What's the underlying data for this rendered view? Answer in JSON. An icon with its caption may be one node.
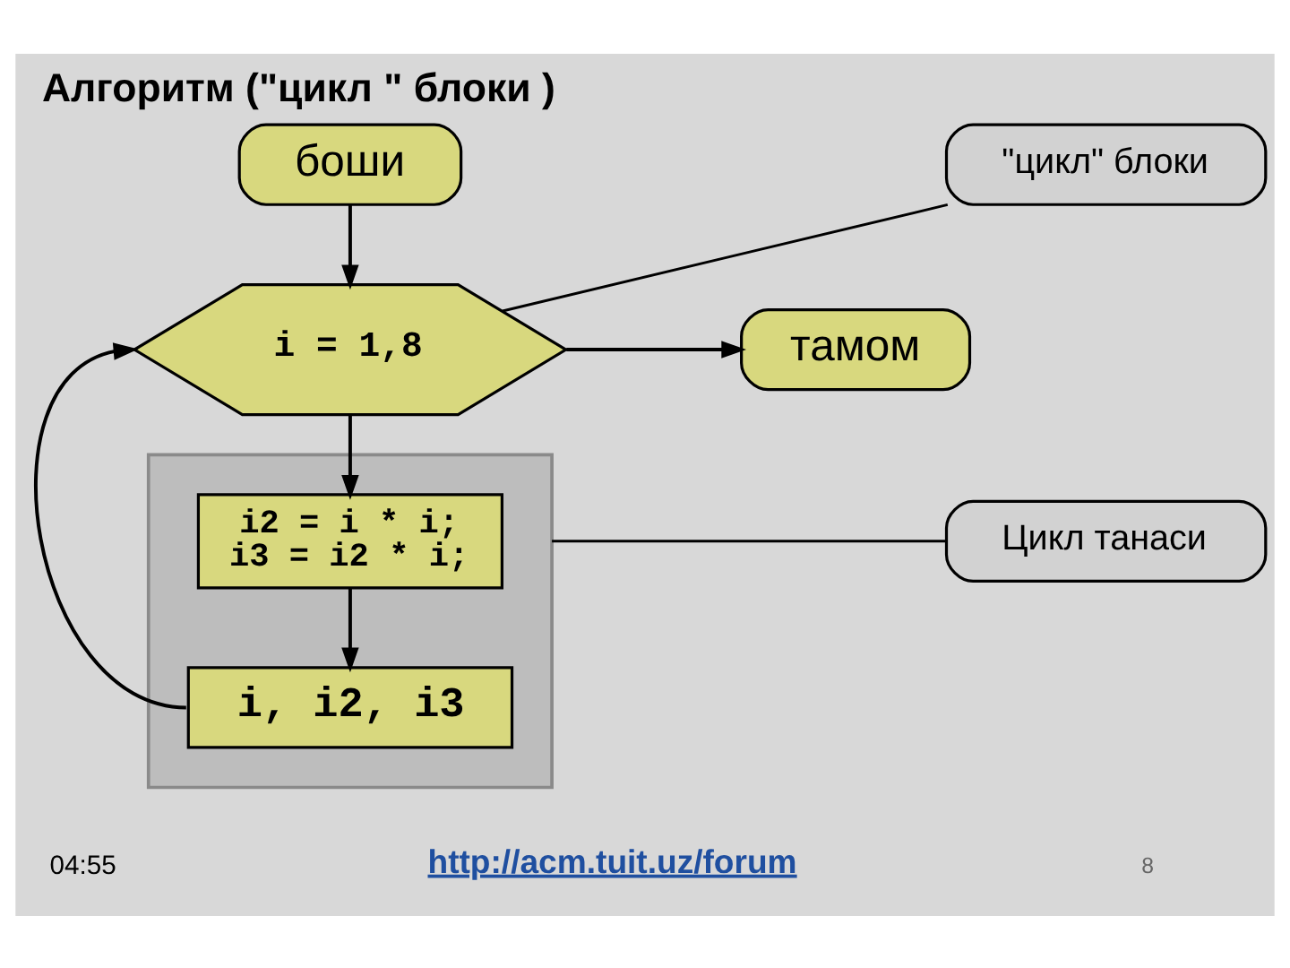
{
  "diagram": {
    "title": "Алгоритм (\"цикл \" блоки )",
    "nodes": [
      {
        "text": [
          "боши"
        ]
      },
      {
        "text": [
          "i = 1,8"
        ]
      },
      {
        "text": [
          "тамом"
        ]
      },
      {
        "text": [],
        "shape": "box"
      },
      {
        "text": [
          "i2 = i * i; i3 = i2 * i;"
        ],
        "in": 3
      },
      {
        "text": [
          "i, i2, i3"
        ],
        "in": 3
      },
      {
        "text": [
          "\"цикл\" блоки"
        ]
      },
      {
        "text": [
          "Цикл танаси"
        ]
      }
    ],
    "edges": [
      {
        "from": 0,
        "to": 1,
        "arrow": "to"
      },
      {
        "from": 1,
        "to": 2,
        "arrow": "to"
      },
      {
        "from": 1,
        "to": 4,
        "arrow": "to"
      },
      {
        "from": 4,
        "to": 5,
        "arrow": "to"
      },
      {
        "from": 5,
        "to": 1,
        "arrow": "to"
      },
      {
        "from": 6,
        "to": 1,
        "arrow": "none"
      },
      {
        "from": 7,
        "to": 3,
        "arrow": "none"
      }
    ],
    "labels": [
      "04:55",
      "http://acm.tuit.uz/forum",
      "8"
    ]
  }
}
